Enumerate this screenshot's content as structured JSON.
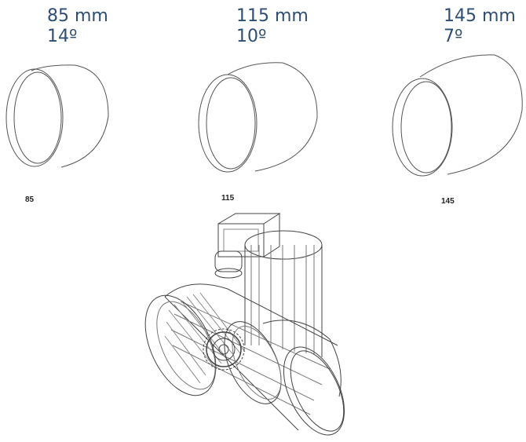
{
  "lenses": [
    {
      "focal": "85 mm",
      "beam": "14º",
      "caption": "85"
    },
    {
      "focal": "115 mm",
      "beam": "10º",
      "caption": "115"
    },
    {
      "focal": "145 mm",
      "beam": "7º",
      "caption": "145"
    }
  ],
  "colors": {
    "heading": "#2d4e74",
    "line": "#555555"
  }
}
